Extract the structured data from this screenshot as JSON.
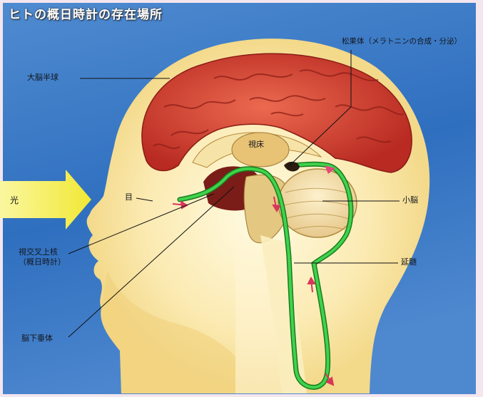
{
  "title": "ヒトの概日時計の存在場所",
  "labels": {
    "cerebrum": "大脳半球",
    "pineal": "松果体（メラトニンの合成・分泌）",
    "thalamus": "視床",
    "light": "光",
    "eye": "目",
    "cerebellum": "小脳",
    "scn_line1": "視交叉上核",
    "scn_line2": "（概日時計）",
    "medulla": "延髄",
    "pituitary": "脳下垂体"
  },
  "colors": {
    "background": "#3a78c2",
    "frame": "#f3e6ef",
    "cerebrum": "#d63b2c",
    "pathway": "#2ec43c",
    "arrow_light": "#f3ef3a",
    "skin": "#f4d88e",
    "flow_arrows": "#d8365a"
  }
}
